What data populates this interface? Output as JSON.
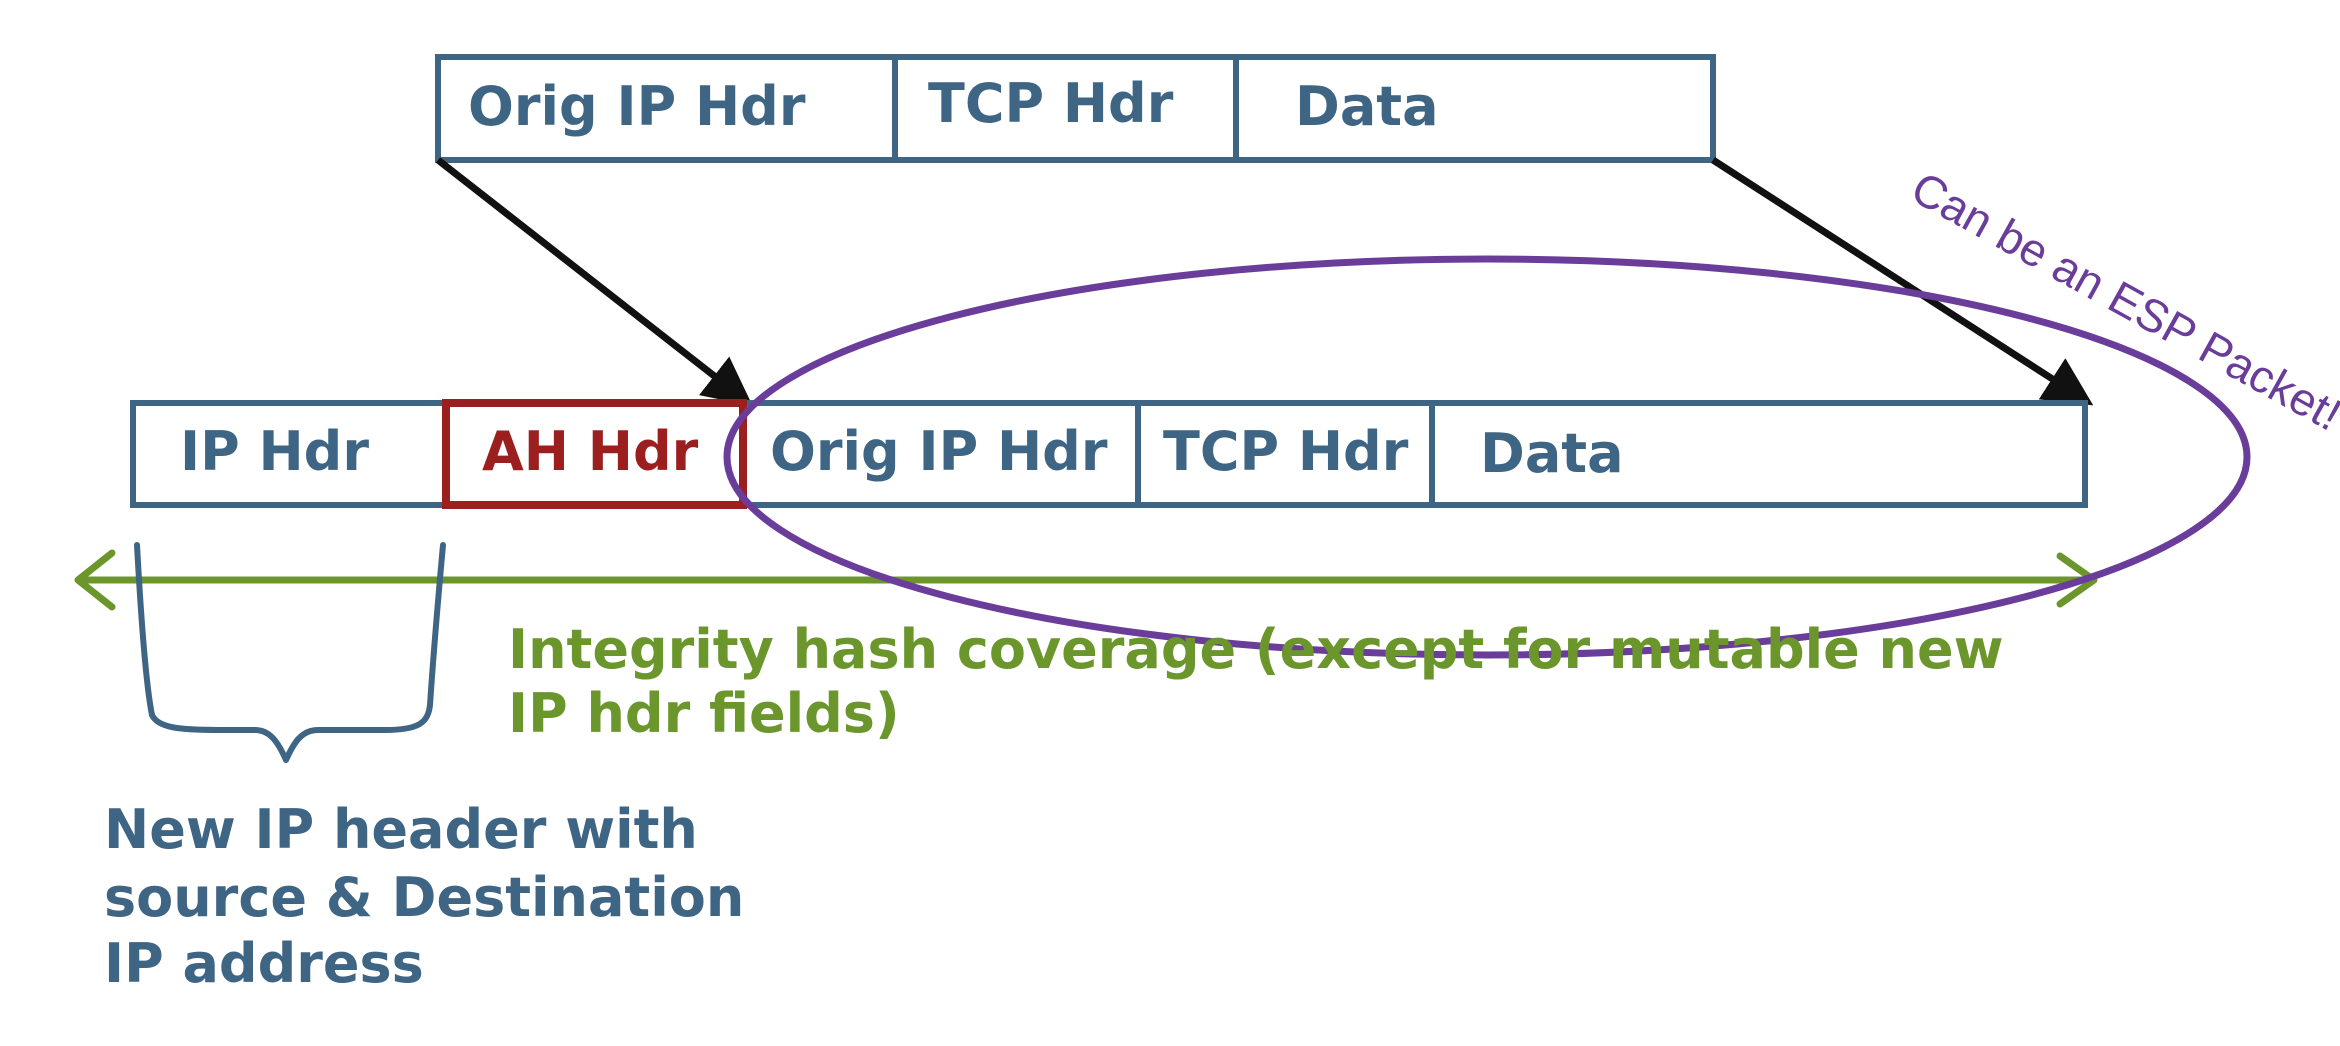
{
  "original_packet": {
    "fields": [
      "Orig IP Hdr",
      "TCP Hdr",
      "Data"
    ]
  },
  "ah_packet": {
    "fields": [
      "IP Hdr",
      "AH Hdr",
      "Orig IP Hdr",
      "TCP Hdr",
      "Data"
    ]
  },
  "integrity_label": {
    "line1": "Integrity hash coverage (except for mutable new",
    "line2": "IP hdr fields)"
  },
  "new_ip_header_label": {
    "line1": "New IP header with",
    "line2": "source & Destination",
    "line3": "IP address"
  },
  "esp_callout": "Can be an ESP Packet!",
  "colors": {
    "box_stroke": "#3f6585",
    "box_text": "#3f6585",
    "ah_stroke": "#9b1f1f",
    "ah_text": "#9b1f1f",
    "arrow": "#111111",
    "integrity": "#6b962b",
    "brace": "#3f6585",
    "ellipse": "#6a3d9a"
  }
}
